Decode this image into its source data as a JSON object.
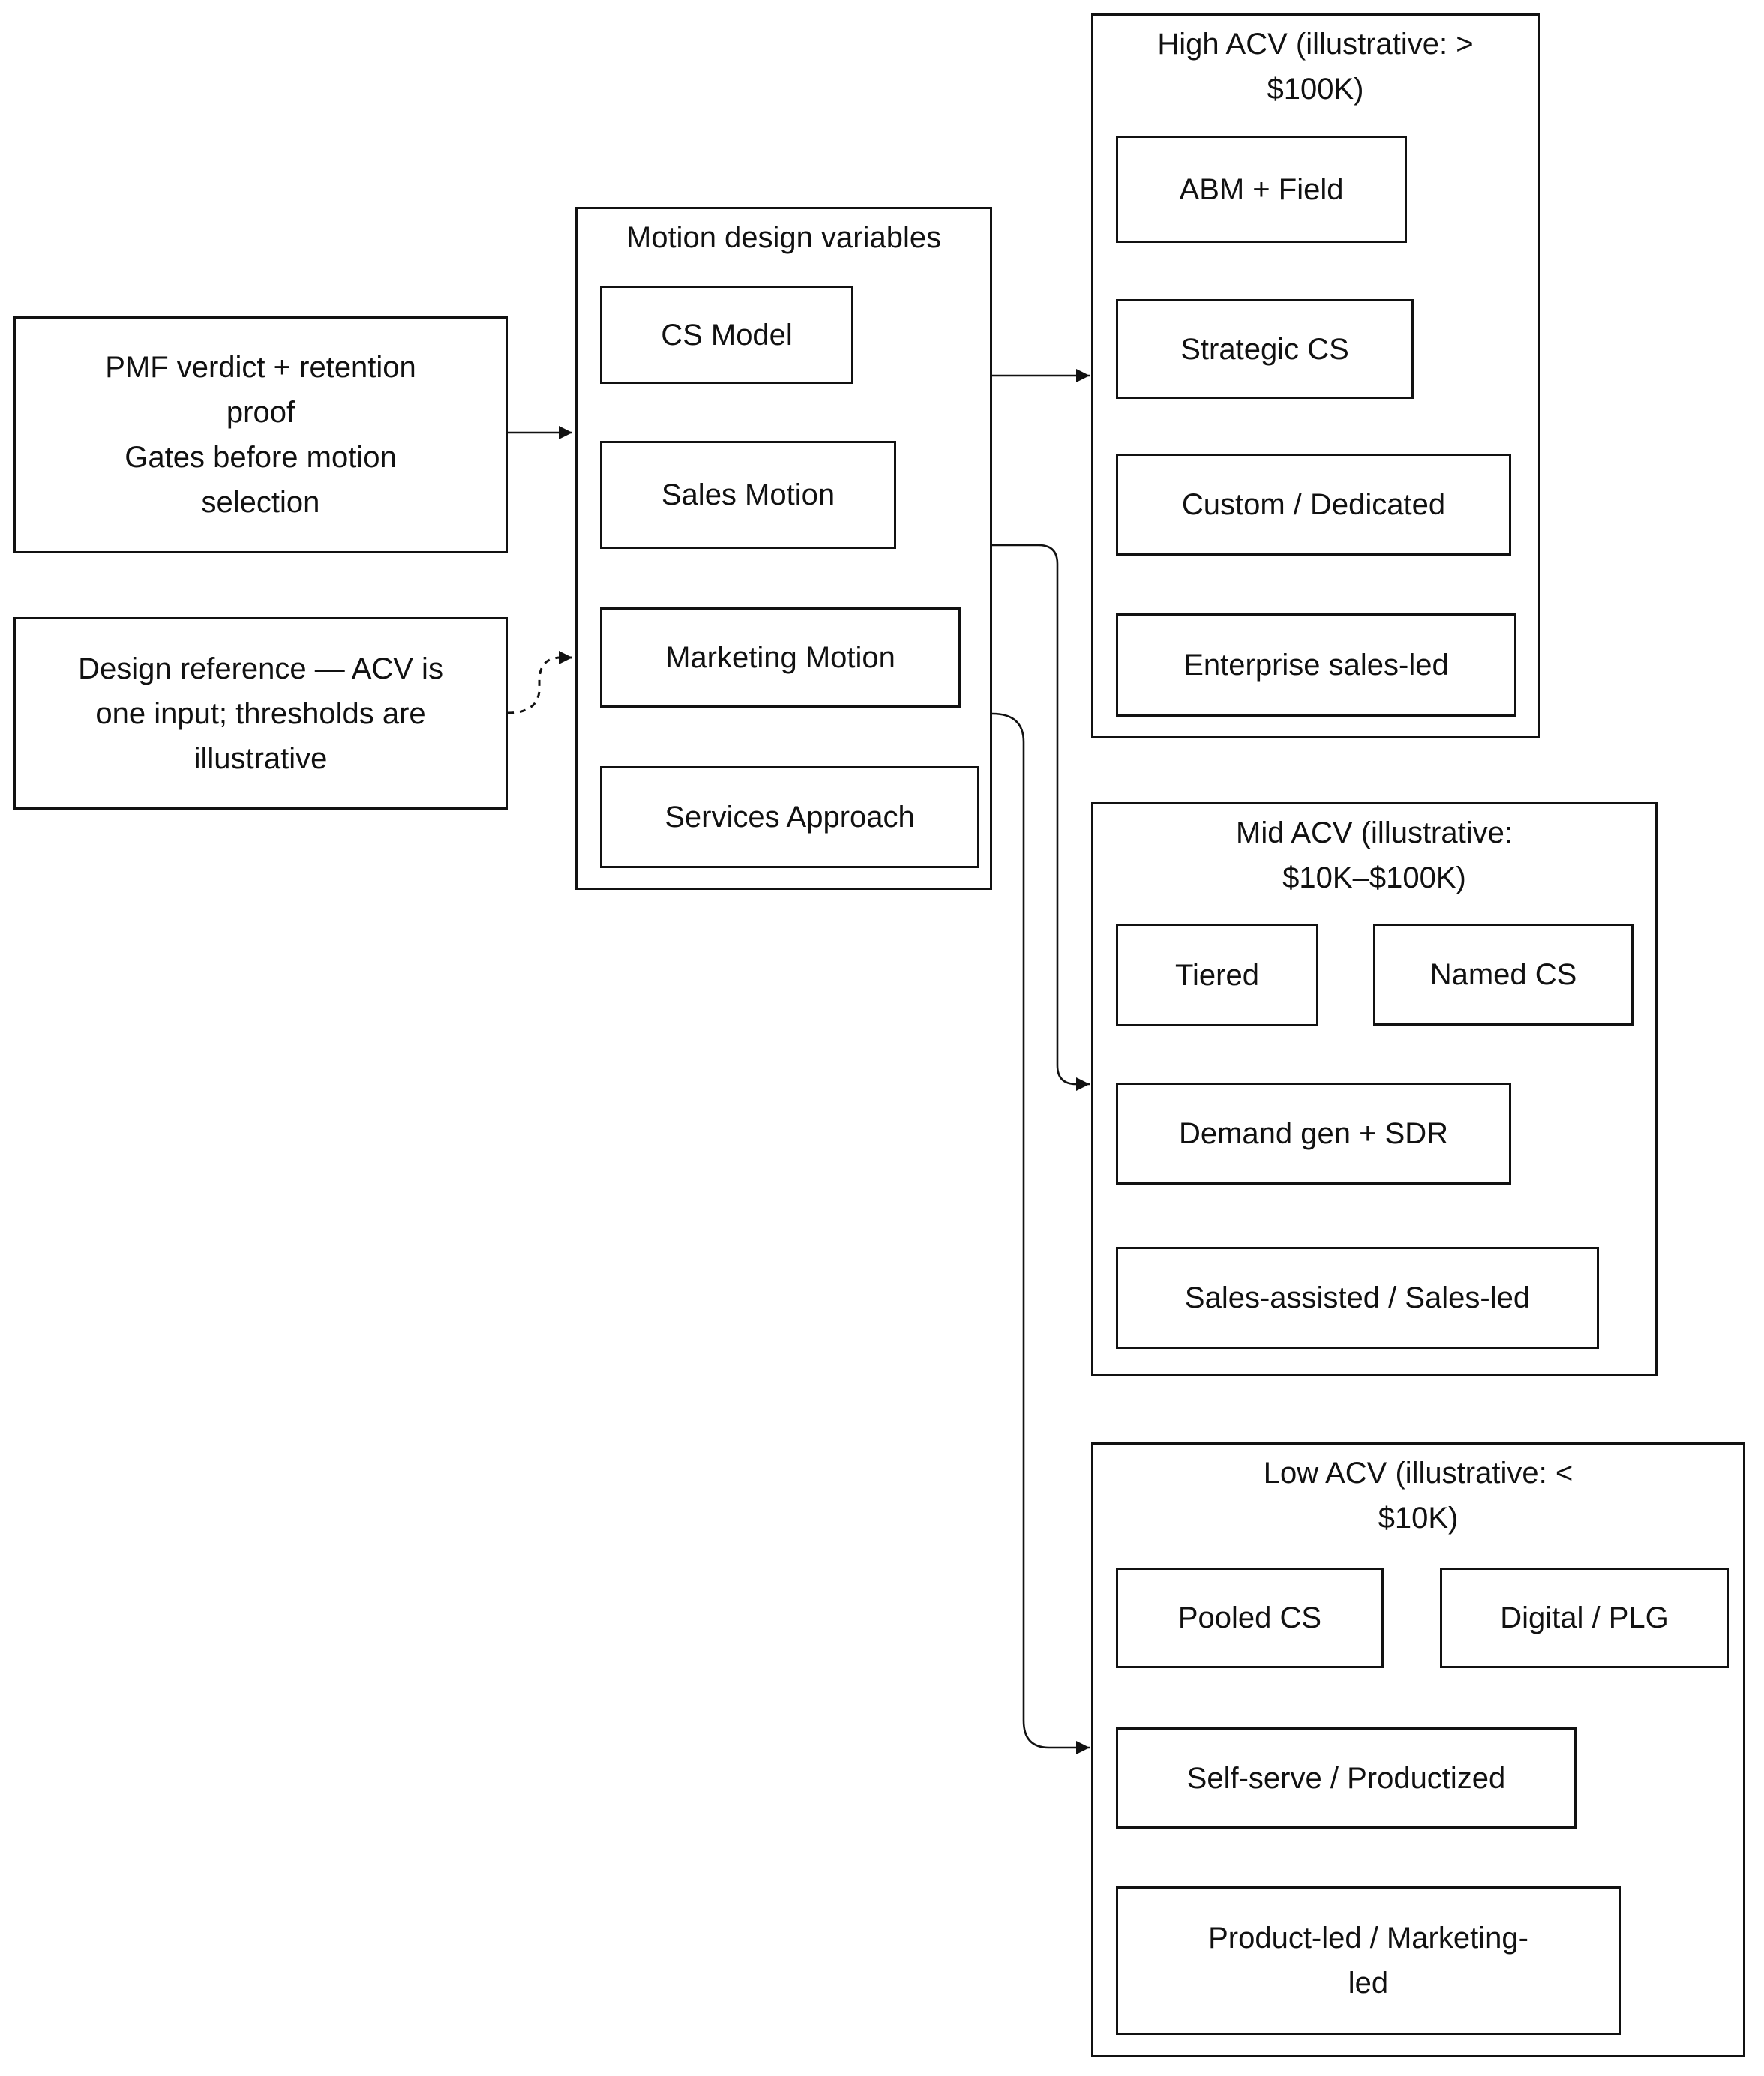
{
  "colors": {
    "stroke": "#111111",
    "background": "#ffffff",
    "text": "#111111"
  },
  "inputs": {
    "pmf_gate": "PMF verdict + retention\nproof\nGates before motion\nselection",
    "design_reference": "Design reference — ACV is\none input; thresholds are\nillustrative"
  },
  "variables": {
    "title": "Motion design variables",
    "items": [
      "CS Model",
      "Sales Motion",
      "Marketing Motion",
      "Services Approach"
    ]
  },
  "segments": {
    "high": {
      "title": "High ACV (illustrative: >\n$100K)",
      "items": [
        "ABM + Field",
        "Strategic CS",
        "Custom / Dedicated",
        "Enterprise sales-led"
      ]
    },
    "mid": {
      "title": "Mid ACV (illustrative:\n$10K–$100K)",
      "items": [
        "Tiered",
        "Named CS",
        "Demand gen + SDR",
        "Sales-assisted / Sales-led"
      ]
    },
    "low": {
      "title": "Low ACV (illustrative: <\n$10K)",
      "items": [
        "Pooled CS",
        "Digital / PLG",
        "Self-serve / Productized",
        "Product-led / Marketing-\nled"
      ]
    }
  }
}
